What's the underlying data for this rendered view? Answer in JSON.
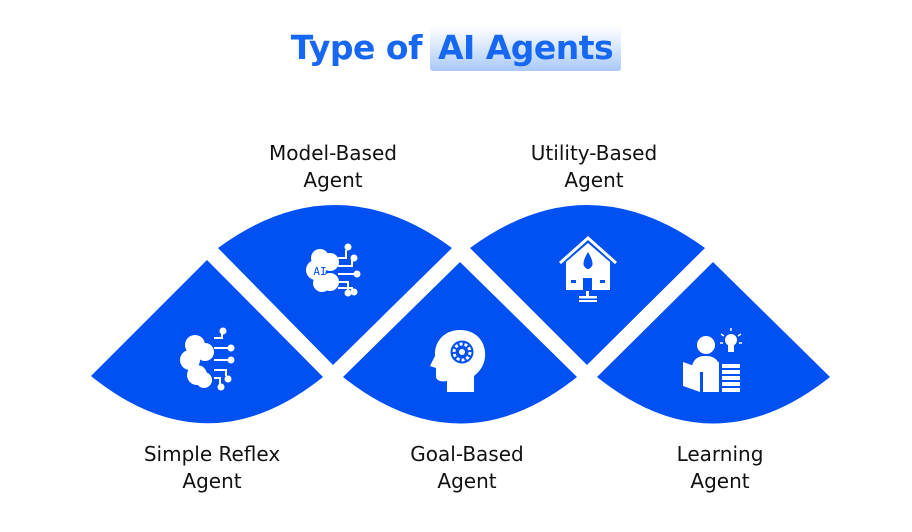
{
  "title": {
    "prefix": "Type of",
    "highlight": "AI Agents"
  },
  "colors": {
    "shape": "#0050F2",
    "title": "#1668F2",
    "icon": "#FFFFFF"
  },
  "agents": [
    {
      "line1": "Simple Reflex",
      "line2": "Agent",
      "icon": "brain-circuit-icon"
    },
    {
      "line1": "Model-Based",
      "line2": "Agent",
      "icon": "ai-chip-brain-icon"
    },
    {
      "line1": "Goal-Based",
      "line2": "Agent",
      "icon": "head-gear-icon"
    },
    {
      "line1": "Utility-Based",
      "line2": "Agent",
      "icon": "smart-home-icon"
    },
    {
      "line1": "Learning",
      "line2": "Agent",
      "icon": "reader-lightbulb-icon"
    }
  ]
}
